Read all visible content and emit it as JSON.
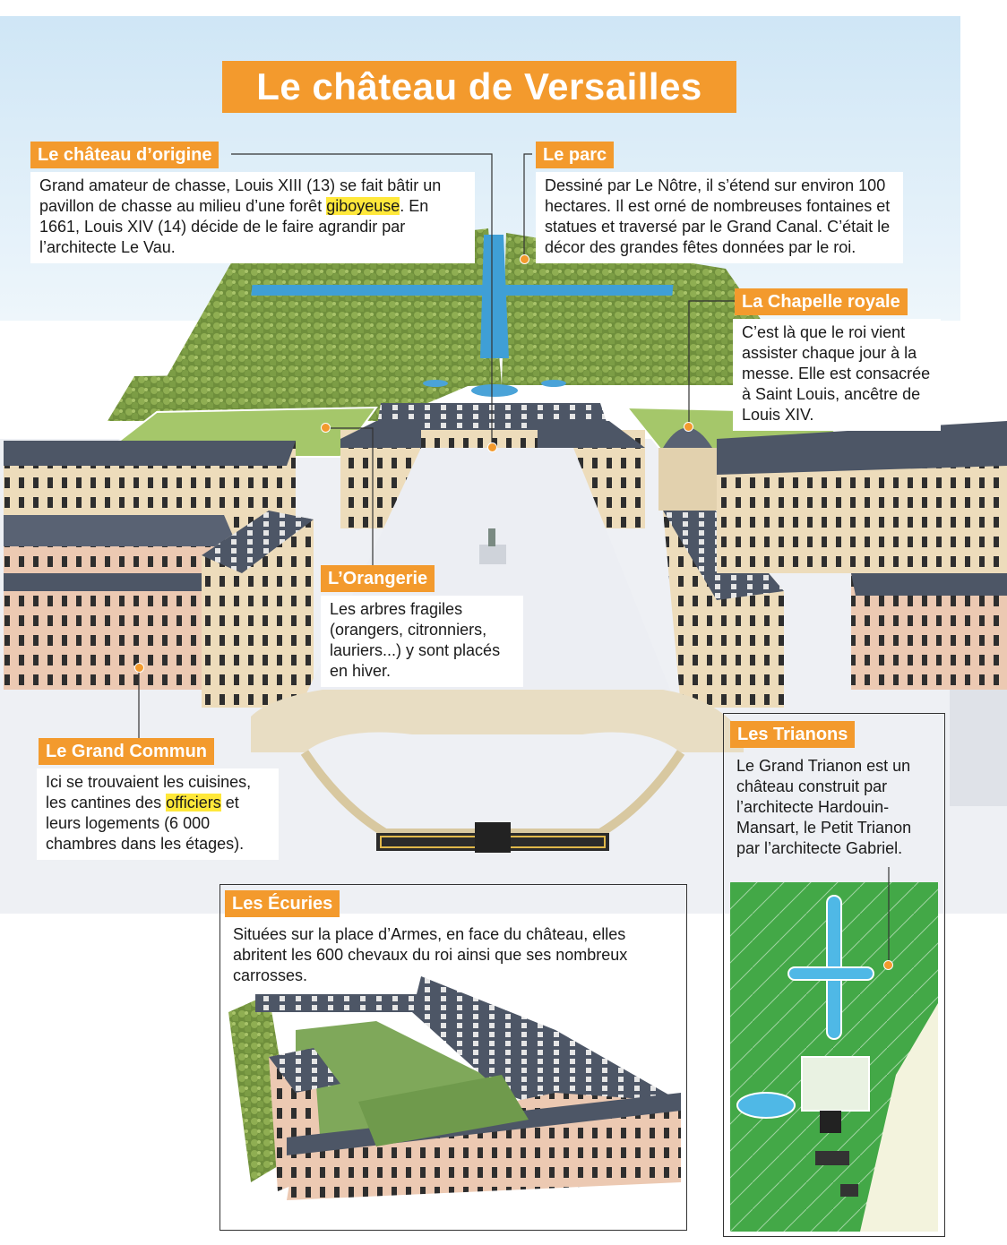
{
  "title": "Le château de Versailles",
  "sections": {
    "chateau_origine": {
      "label": "Le château d’origine",
      "text_1": "Grand amateur de chasse, Louis XIII (13) se fait bâtir un pavillon de chasse au milieu d’une forêt ",
      "highlight": "giboyeuse",
      "text_2": ". En 1661, Louis XIV (14) décide de le faire agrandir par l’architecte Le Vau."
    },
    "parc": {
      "label": "Le parc",
      "text": "Dessiné par Le Nôtre, il s’étend sur environ 100 hectares. Il est orné de nombreuses fontaines et statues et traversé par le Grand Canal. C’était le décor des grandes fêtes données par le roi."
    },
    "chapelle": {
      "label": "La Chapelle royale",
      "text": "C’est là que le roi vient assister chaque jour à la messe. Elle est consacrée à Saint Louis, ancêtre de Louis XIV."
    },
    "orangerie": {
      "label": "L’Orangerie",
      "text": "Les arbres fragiles (orangers, citronniers, lauriers...) y sont placés en hiver."
    },
    "grand_commun": {
      "label": "Le Grand Commun",
      "text_1": "Ici se trouvaient les cuisines, les cantines des ",
      "highlight": "officiers",
      "text_2": " et leurs logements (6 000 chambres dans les étages)."
    },
    "trianons": {
      "label": "Les Trianons",
      "text": "Le Grand Trianon est un château construit par l’architecte Hardouin-Mansart, le Petit Trianon par l’architecte Gabriel."
    },
    "ecuries": {
      "label": "Les Écuries",
      "text": "Situées sur la place d’Armes, en face du château, elles abritent les 600 chevaux du roi ainsi que ses nombreux carrosses."
    }
  },
  "colors": {
    "accent": "#f39a2d",
    "highlight": "#ffe83a",
    "sky": "#d8ecf8",
    "roof": "#4a5568",
    "stone": "#e9d9b8",
    "forest": "#6b8f3a",
    "water": "#4aa3d8",
    "map_green": "#4caf50"
  }
}
